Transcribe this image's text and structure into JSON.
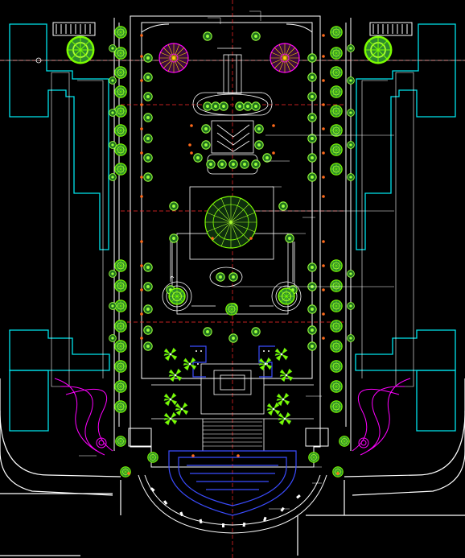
{
  "drawing": {
    "type": "landscape-site-plan",
    "colors": {
      "background": "#000000",
      "building_outline": "#00e5ee",
      "site_outline": "#ffffff",
      "axis_line": "#ff2a2a",
      "tree_green": "#7cfc00",
      "tree_dark": "#2e8b2e",
      "magenta_planting": "#ff00ff",
      "fountain_blue": "#3b4cff",
      "path_grey": "#9a9a9a",
      "lamp_orange": "#ff6a1a"
    },
    "icons": [
      "tree-symbol",
      "shrub-symbol",
      "palm-cluster-symbol",
      "magenta-tree-symbol",
      "lamp-post-symbol",
      "central-tree-symbol"
    ],
    "labels": [
      {
        "id": "label-top-gate",
        "text": ""
      },
      {
        "id": "label-top-right",
        "text": ""
      },
      {
        "id": "label-main-axis",
        "text": ""
      },
      {
        "id": "label-right-1",
        "text": ""
      },
      {
        "id": "label-right-2",
        "text": ""
      },
      {
        "id": "label-right-3",
        "text": ""
      },
      {
        "id": "label-right-4",
        "text": ""
      },
      {
        "id": "label-bottom-left",
        "text": ""
      },
      {
        "id": "label-bottom-right",
        "text": ""
      },
      {
        "id": "label-plaza",
        "text": ""
      }
    ]
  }
}
